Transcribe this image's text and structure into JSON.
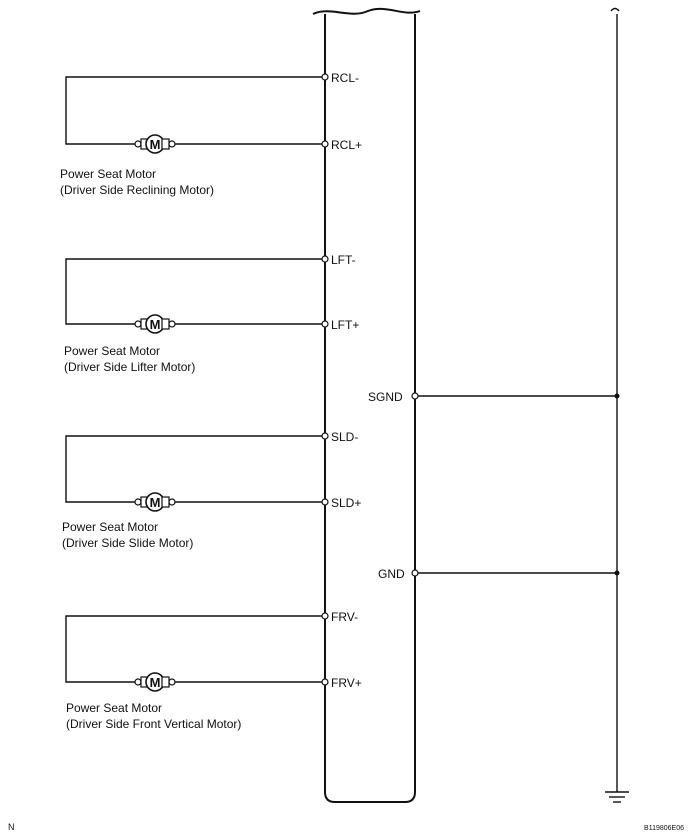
{
  "ecu": {
    "pins": {
      "rcl_minus": "RCL-",
      "rcl_plus": "RCL+",
      "lft_minus": "LFT-",
      "lft_plus": "LFT+",
      "sld_minus": "SLD-",
      "sld_plus": "SLD+",
      "frv_minus": "FRV-",
      "frv_plus": "FRV+",
      "sgnd": "SGND",
      "gnd": "GND"
    }
  },
  "motors": [
    {
      "symbol": "M",
      "name": "Power Seat Motor",
      "description": "(Driver Side Reclining Motor)"
    },
    {
      "symbol": "M",
      "name": "Power Seat Motor",
      "description": "(Driver Side Lifter Motor)"
    },
    {
      "symbol": "M",
      "name": "Power Seat Motor",
      "description": "(Driver Side Slide Motor)"
    },
    {
      "symbol": "M",
      "name": "Power Seat Motor",
      "description": "(Driver Side Front Vertical Motor)"
    }
  ],
  "corner_marks": {
    "left": "N",
    "right": "B119806E06"
  }
}
